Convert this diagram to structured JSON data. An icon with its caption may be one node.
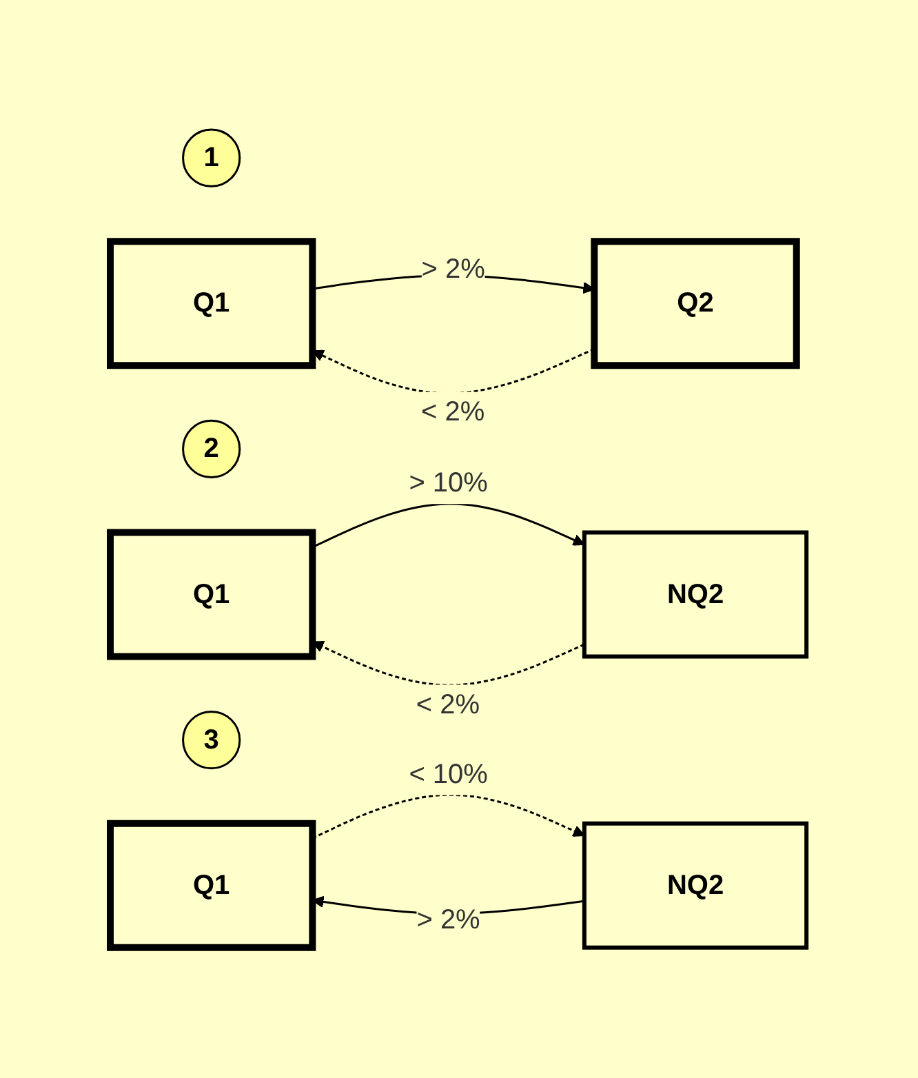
{
  "diagram": {
    "nodes": [
      {
        "text": [
          "1"
        ]
      },
      {
        "text": [
          "Q1"
        ]
      },
      {
        "text": [
          "Q2"
        ]
      },
      {
        "text": [
          "2"
        ]
      },
      {
        "text": [
          "Q1"
        ]
      },
      {
        "text": [
          "NQ2"
        ]
      },
      {
        "text": [
          "3"
        ]
      },
      {
        "text": [
          "Q1"
        ]
      },
      {
        "text": [
          "NQ2"
        ]
      }
    ],
    "edges": [
      {
        "from": 1,
        "to": 2,
        "arrow": "to",
        "label": "> 2%"
      },
      {
        "from": 2,
        "to": 1,
        "arrow": "to",
        "label": "< 2%",
        "style": "dashed"
      },
      {
        "from": 4,
        "to": 5,
        "arrow": "to",
        "label": "> 10%"
      },
      {
        "from": 5,
        "to": 4,
        "arrow": "to",
        "label": "< 2%",
        "style": "dashed"
      },
      {
        "from": 8,
        "to": 7,
        "arrow": "to",
        "label": "> 2%"
      },
      {
        "from": 7,
        "to": 8,
        "arrow": "to",
        "label": "< 10%",
        "style": "dashed"
      }
    ]
  }
}
